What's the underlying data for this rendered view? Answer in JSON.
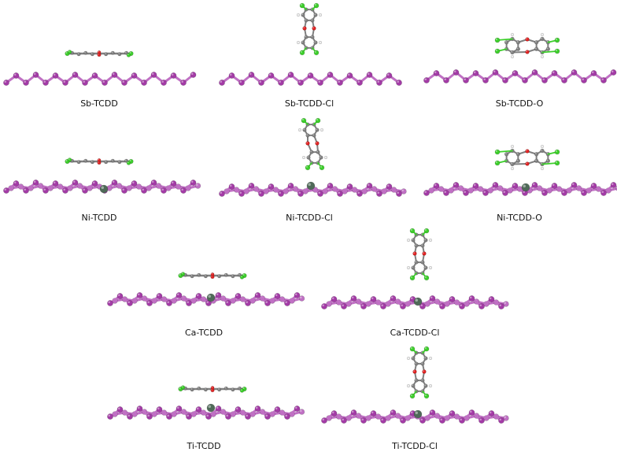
{
  "colors": {
    "substrate": "#a33ba6",
    "substrate_light": "#c070c4",
    "carbon": "#808080",
    "chlorine": "#3ccf2a",
    "oxygen": "#e02020",
    "hydrogen": "#eeeeee",
    "dopant": "#4f6a58"
  },
  "panels": [
    {
      "label": "Sb-TCDD",
      "molecule": "flat",
      "dopant": false
    },
    {
      "label": "Sb-TCDD-Cl",
      "molecule": "vertical",
      "dopant": false
    },
    {
      "label": "Sb-TCDD-O",
      "molecule": "face",
      "dopant": false
    },
    {
      "label": "Ni-TCDD",
      "molecule": "flat",
      "dopant": true
    },
    {
      "label": "Ni-TCDD-Cl",
      "molecule": "tilted",
      "dopant": true
    },
    {
      "label": "Ni-TCDD-O",
      "molecule": "face",
      "dopant": true
    },
    {
      "label": "Ca-TCDD",
      "molecule": "flat",
      "dopant": true
    },
    {
      "label": "Ca-TCDD-Cl",
      "molecule": "vertical",
      "dopant": true
    },
    {
      "label": "Ti-TCDD",
      "molecule": "flat",
      "dopant": true
    },
    {
      "label": "Ti-TCDD-Cl",
      "molecule": "vertical",
      "dopant": true
    }
  ]
}
